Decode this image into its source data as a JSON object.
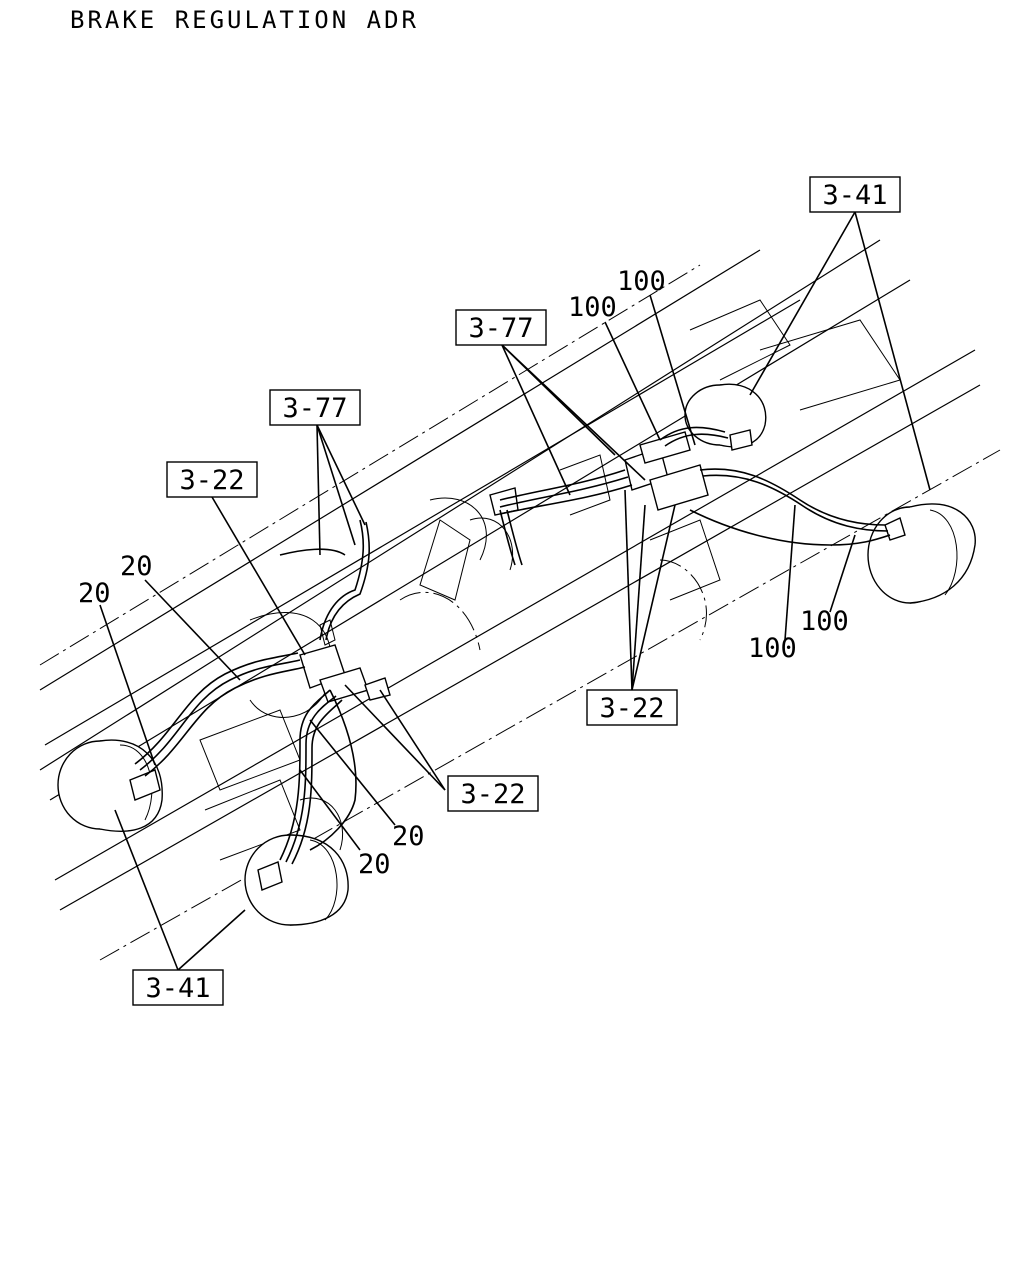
{
  "title": "BRAKE REGULATION ADR",
  "callouts": [
    {
      "label": "3-41"
    },
    {
      "label": "3-77"
    },
    {
      "label": "3-77"
    },
    {
      "label": "3-22"
    },
    {
      "label": "3-22"
    },
    {
      "label": "3-22"
    },
    {
      "label": "3-41"
    }
  ],
  "part_numbers": [
    "100",
    "100",
    "100",
    "100",
    "20",
    "20",
    "20",
    "20"
  ]
}
